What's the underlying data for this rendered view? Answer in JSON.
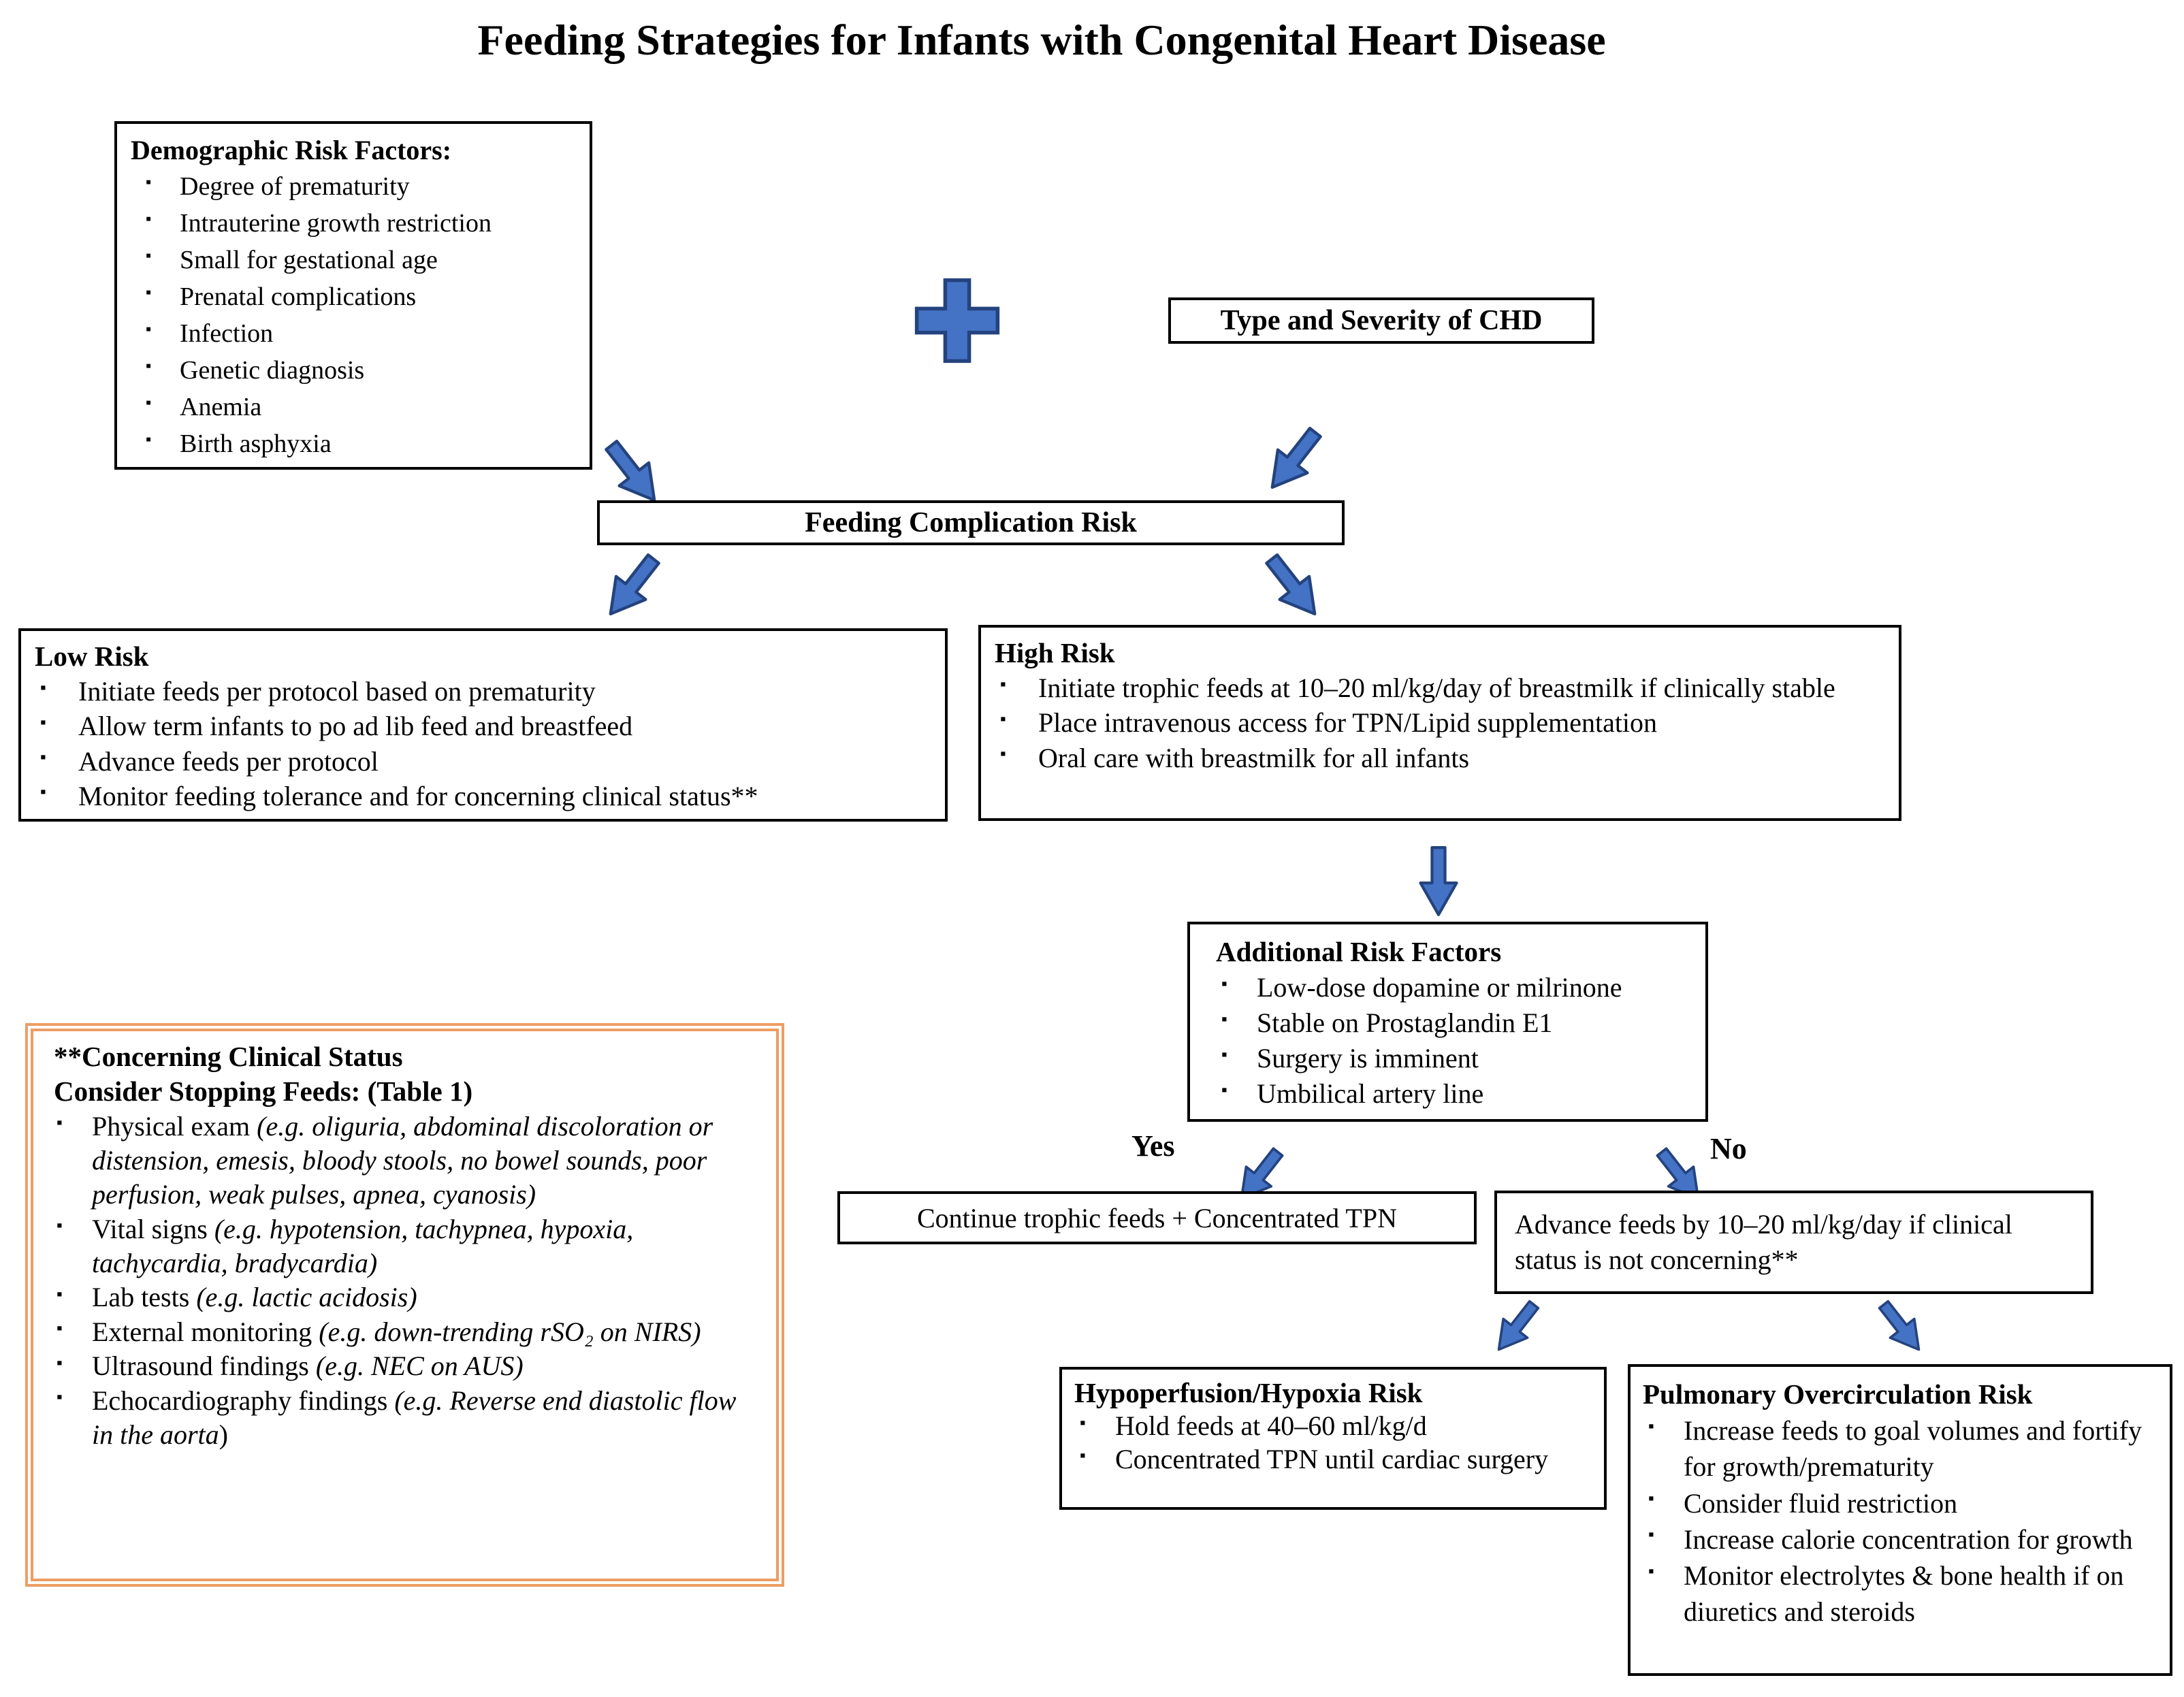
{
  "title": "Feeding Strategies for Infants with Congenital Heart Disease",
  "ui": {
    "bullet": "▪",
    "arrow_fill": "#4472C4",
    "arrow_stroke": "#24437E",
    "accent_border": "#ED9D64",
    "box_border": "#000000"
  },
  "demographic": {
    "heading": "Demographic Risk Factors:",
    "items": [
      "Degree of prematurity",
      "Intrauterine growth restriction",
      "Small for gestational age",
      "Prenatal complications",
      "Infection",
      "Genetic diagnosis",
      "Anemia",
      "Birth asphyxia"
    ]
  },
  "chd_label": "Type and Severity of CHD",
  "feeding_risk_label": "Feeding Complication Risk",
  "low_risk": {
    "heading": "Low Risk",
    "items": [
      "Initiate feeds per protocol based on prematurity",
      "Allow term infants to po ad lib feed and breastfeed",
      "Advance feeds per protocol",
      "Monitor feeding tolerance and for concerning clinical status**"
    ]
  },
  "high_risk": {
    "heading": "High Risk",
    "items": [
      "Initiate trophic feeds at 10–20 ml/kg/day of breastmilk if clinically stable",
      "Place intravenous access for TPN/Lipid supplementation",
      "Oral care with breastmilk for all infants"
    ]
  },
  "additional_risk": {
    "heading": "Additional Risk Factors",
    "items": [
      "Low-dose dopamine or milrinone",
      "Stable on Prostaglandin E1",
      "Surgery is imminent",
      "Umbilical artery line"
    ]
  },
  "branch": {
    "yes": "Yes",
    "no": "No"
  },
  "continue_label": "Continue trophic feeds + Concentrated TPN",
  "advance_label": "Advance feeds by 10–20 ml/kg/day if clinical status is not concerning**",
  "hypoperfusion": {
    "heading": "Hypoperfusion/Hypoxia Risk",
    "items": [
      "Hold feeds at 40–60 ml/kg/d",
      "Concentrated TPN until cardiac surgery"
    ]
  },
  "pulmonary": {
    "heading": "Pulmonary Overcirculation Risk",
    "items": [
      "Increase feeds to goal volumes and fortify for growth/prematurity",
      "Consider fluid restriction",
      "Increase calorie concentration for growth",
      "Monitor electrolytes & bone health if on diuretics and steroids"
    ]
  },
  "concerning": {
    "heading1": "**Concerning Clinical Status",
    "heading2": "Consider Stopping Feeds: (Table 1)",
    "items": [
      {
        "lead": "Physical exam ",
        "italic": "(e.g. oliguria, abdominal discoloration or distension, emesis, bloody stools, no bowel sounds, poor perfusion, weak pulses, apnea, cyanosis)"
      },
      {
        "lead": "Vital signs ",
        "italic": "(e.g. hypotension, tachypnea, hypoxia, tachycardia, bradycardia)"
      },
      {
        "lead": "Lab tests ",
        "italic": "(e.g. lactic acidosis)"
      },
      {
        "lead": "External monitoring ",
        "italic": "(e.g. down-trending rSO₂ on NIRS)"
      },
      {
        "lead": "Ultrasound findings ",
        "italic": "(e.g. NEC on AUS)"
      },
      {
        "lead": "Echocardiography findings ",
        "italic": "(e.g. Reverse end diastolic flow in the aorta",
        "tail": ")"
      }
    ]
  }
}
